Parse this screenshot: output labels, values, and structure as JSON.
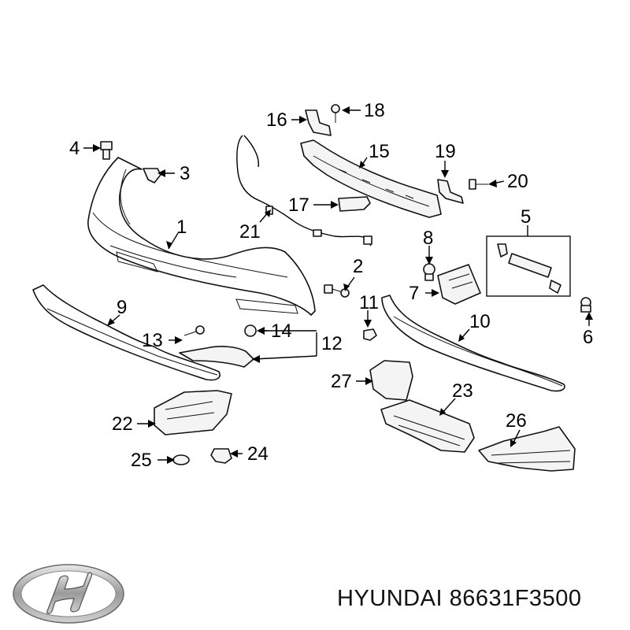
{
  "caption": {
    "brand": "HYUNDAI",
    "part_number": "86631F3500"
  },
  "labels": [
    "1",
    "2",
    "3",
    "4",
    "5",
    "6",
    "7",
    "8",
    "9",
    "10",
    "11",
    "12",
    "13",
    "14",
    "15",
    "16",
    "17",
    "18",
    "19",
    "20",
    "21",
    "22",
    "23",
    "24",
    "25",
    "26",
    "27"
  ],
  "logo": {
    "icon": "hyundai-logo-icon"
  }
}
